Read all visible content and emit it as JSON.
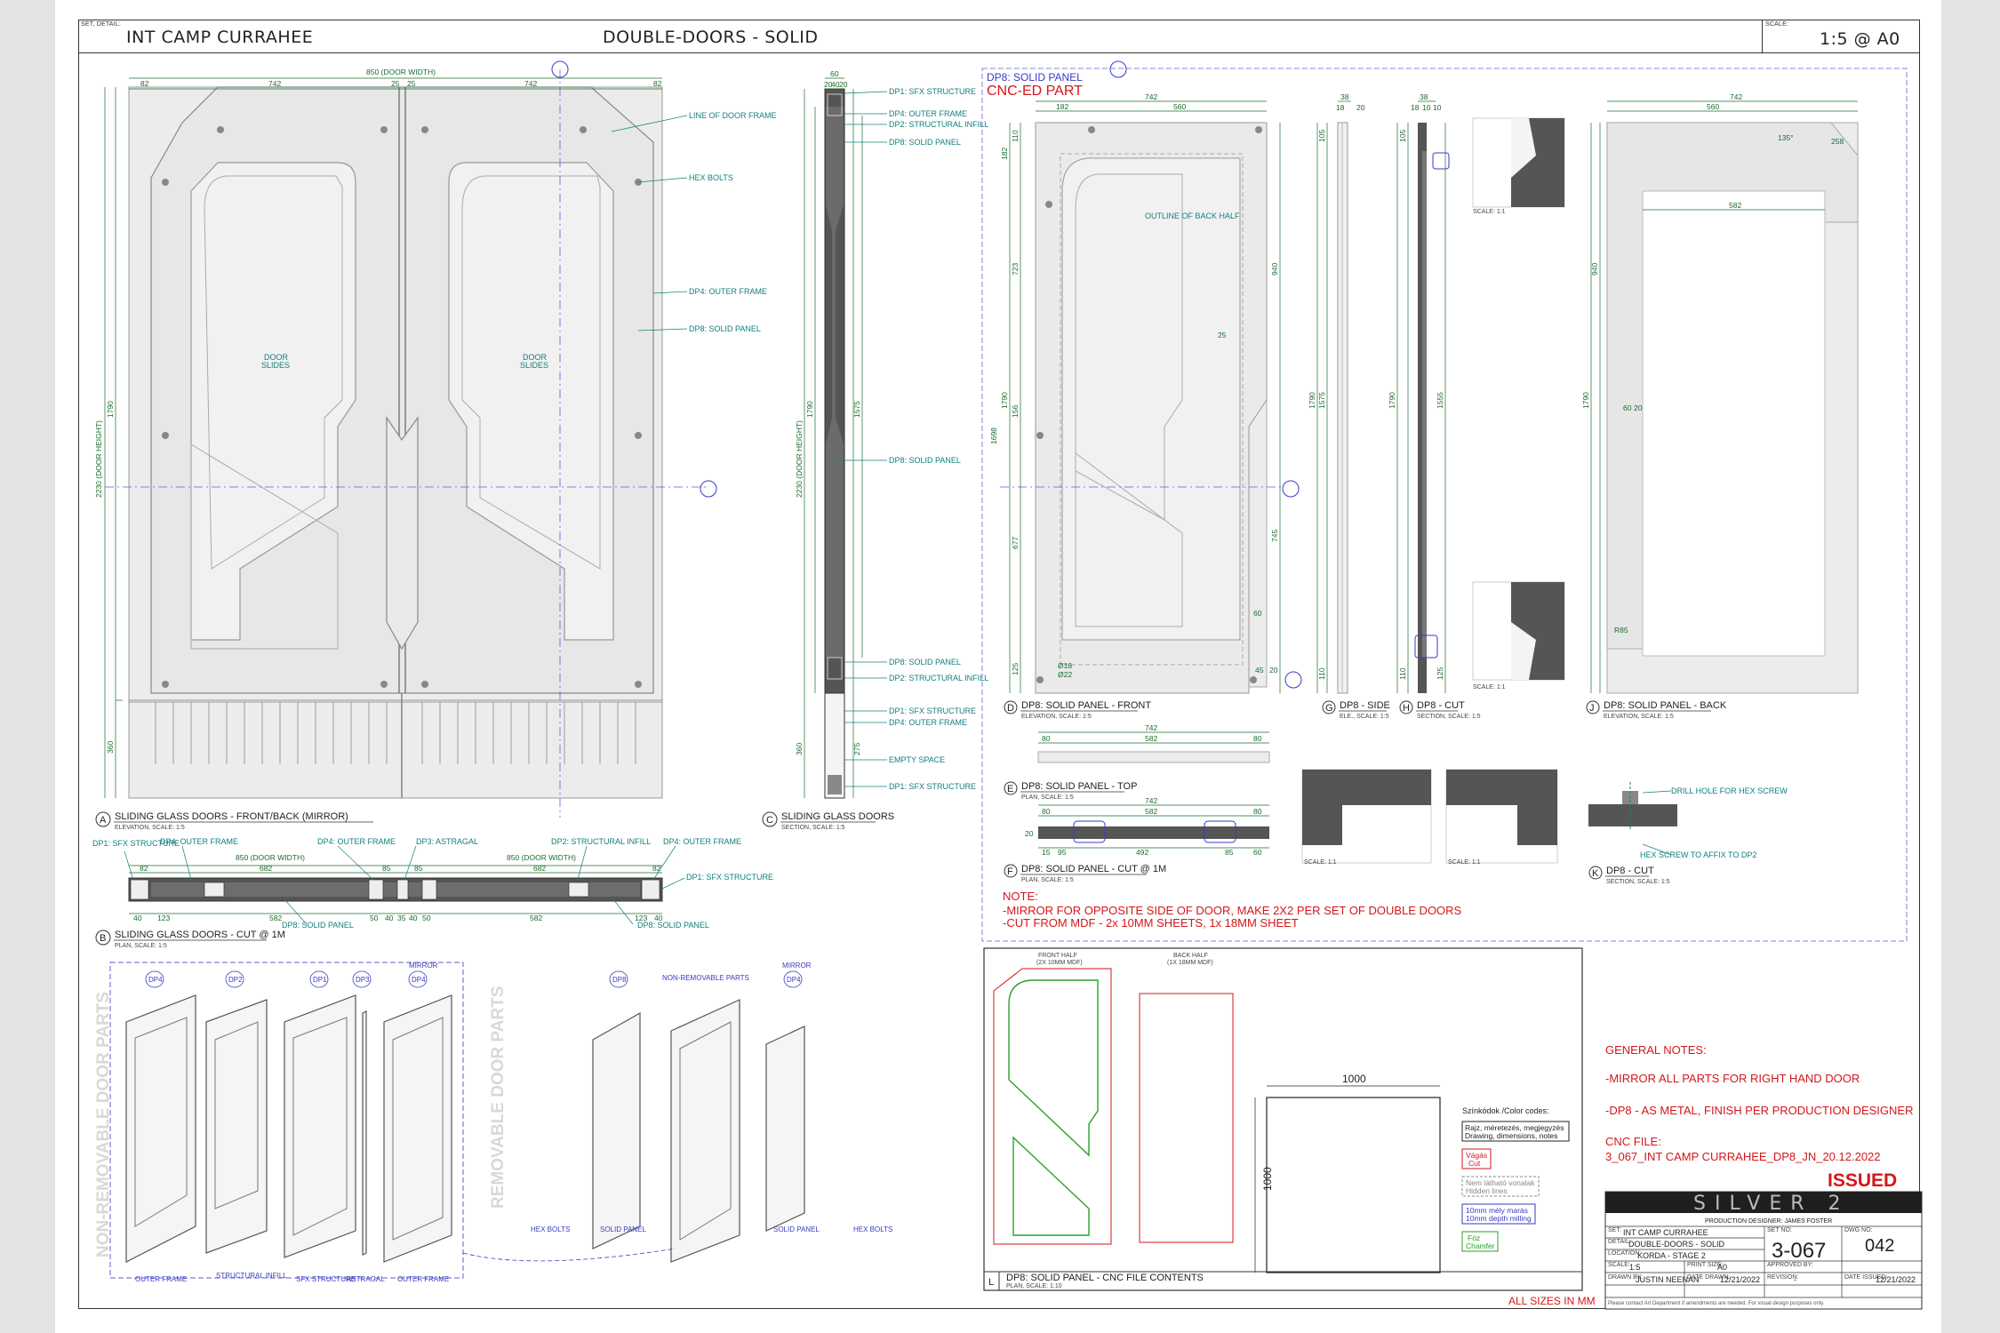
{
  "header": {
    "set_label": "SET, DETAIL:",
    "set_name": "INT CAMP CURRAHEE",
    "title": "DOUBLE-DOORS - SOLID",
    "scale_label": "SCALE:",
    "scale": "1:5  @ A0"
  },
  "panel_a": {
    "caption": "SLIDING GLASS DOORS - FRONT/BACK (MIRROR)",
    "sub": "ELEVATION, SCALE: 1:5",
    "door_width": "850 (DOOR WIDTH)",
    "door_height": "2230 (DOOR HEIGHT)",
    "dims_top": [
      "82",
      "742",
      "25",
      "25",
      "742",
      "82"
    ],
    "dim_1790": "1790",
    "dim_360": "360",
    "door_label_1": "DOOR",
    "door_label_2": "SLIDES",
    "callouts": [
      "LINE OF DOOR FRAME",
      "HEX BOLTS",
      "DP4: OUTER FRAME",
      "DP8: SOLID PANEL"
    ]
  },
  "panel_c": {
    "caption": "SLIDING GLASS DOORS",
    "sub": "SECTION, SCALE: 1:5",
    "callouts": [
      "DP1: SFX STRUCTURE",
      "DP4: OUTER FRAME",
      "DP2: STRUCTURAL INFILL",
      "DP8: SOLID PANEL",
      "DP8: SOLID PANEL",
      "DP8: SOLID PANEL",
      "DP2: STRUCTURAL INFILL",
      "DP1: SFX STRUCTURE",
      "DP4: OUTER FRAME",
      "EMPTY SPACE",
      "DP1: SFX STRUCTURE"
    ],
    "dims": [
      "60",
      "20",
      "40",
      "20",
      "1790",
      "1575",
      "2230 (DOOR HEIGHT)",
      "360",
      "275"
    ]
  },
  "panel_b": {
    "caption": "SLIDING GLASS DOORS - CUT @ 1M",
    "sub": "PLAN, SCALE: 1:5",
    "callouts": [
      "DP1: SFX STRUCTURE",
      "DP4: OUTER FRAME",
      "DP4: OUTER FRAME",
      "DP3: ASTRAGAL",
      "DP2: STRUCTURAL INFILL",
      "DP4: OUTER FRAME",
      "DP1: SFX STRUCTURE",
      "DP8: SOLID PANEL",
      "DP8: SOLID PANEL"
    ],
    "dims": [
      "82",
      "850 (DOOR WIDTH)",
      "682",
      "85",
      "85",
      "850 (DOOR WIDTH)",
      "682",
      "82",
      "40",
      "123",
      "582",
      "50",
      "40",
      "35",
      "40",
      "50",
      "582",
      "123",
      "40"
    ]
  },
  "cnc": {
    "label": "DP8: SOLID PANEL",
    "title": "CNC-ED PART",
    "outline_back_half": "OUTLINE OF BACK HALF",
    "note_title": "NOTE:",
    "note_1": "-MIRROR FOR OPPOSITE SIDE OF DOOR, MAKE 2X2 PER SET OF DOUBLE DOORS",
    "note_2": "-CUT FROM MDF - 2x 10MM SHEETS, 1x 18MM SHEET"
  },
  "views": {
    "d": {
      "letter": "D",
      "caption": "DP8: SOLID PANEL - FRONT",
      "sub": "ELEVATION, SCALE: 1:5"
    },
    "g": {
      "letter": "G",
      "caption": "DP8 - SIDE",
      "sub": "ELE., SCALE: 1:5"
    },
    "h": {
      "letter": "H",
      "caption": "DP8 - CUT",
      "sub": "SECTION, SCALE: 1:5"
    },
    "j": {
      "letter": "J",
      "caption": "DP8: SOLID PANEL - BACK",
      "sub": "ELEVATION, SCALE: 1:5"
    },
    "e": {
      "letter": "E",
      "caption": "DP8: SOLID PANEL - TOP",
      "sub": "PLAN, SCALE: 1:5"
    },
    "f": {
      "letter": "F",
      "caption": "DP8: SOLID PANEL - CUT @ 1M",
      "sub": "PLAN, SCALE: 1:5"
    },
    "k": {
      "letter": "K",
      "caption": "DP8 - CUT",
      "sub": "SECTION, SCALE: 1:5",
      "drill": "DRILL HOLE FOR HEX SCREW",
      "hex": "HEX SCREW TO AFFIX TO DP2"
    },
    "l": {
      "letter": "L",
      "caption": "DP8: SOLID PANEL - CNC FILE CONTENTS",
      "sub": "PLAN, SCALE: 1:10"
    },
    "a": {
      "letter": "A"
    },
    "b": {
      "letter": "B"
    },
    "c": {
      "letter": "C"
    }
  },
  "dims_d": [
    "742",
    "182",
    "560",
    "110",
    "182",
    "940",
    "723",
    "1790",
    "1698",
    "156",
    "677",
    "745",
    "125",
    "25",
    "60",
    "45",
    "20",
    "Ø18",
    "Ø22"
  ],
  "dims_j": [
    "742",
    "560",
    "582",
    "940",
    "1790",
    "60",
    "20",
    "135°",
    "R85",
    "258"
  ],
  "dims_g": [
    "38",
    "18",
    "20",
    "105",
    "1790",
    "1575",
    "110"
  ],
  "dims_h": [
    "38",
    "18",
    "10",
    "10",
    "105",
    "1790",
    "1555",
    "110",
    "125"
  ],
  "dims_e": [
    "742",
    "80",
    "582",
    "80"
  ],
  "dims_f": [
    "742",
    "80",
    "582",
    "80",
    "20",
    "15",
    "95",
    "492",
    "85",
    "60"
  ],
  "scale_11": "SCALE: 1:1",
  "iso": {
    "labels_top": [
      "DP4",
      "DP2",
      "DP1",
      "DP3",
      "DP4",
      "DP8",
      "DP4"
    ],
    "mirror": "MIRROR",
    "non_removable_vertical": "NON-REMOVABLE DOOR PARTS",
    "removable_vertical": "REMOVABLE DOOR PARTS",
    "non_removable_parts": "NON-REMOVABLE PARTS",
    "bottom": [
      "OUTER FRAME",
      "STRUCTURAL INFILL",
      "SFX STRUCTURE",
      "ASTRAGAL",
      "OUTER FRAME",
      "HEX BOLTS",
      "SOLID PANEL",
      "SOLID PANEL",
      "HEX BOLTS"
    ]
  },
  "cnc_file": {
    "front_half": "FRONT HALF",
    "front_half_sub": "(2X 10MM MDF)",
    "back_half": "BACK HALF",
    "back_half_sub": "(1X 18MM MDF)",
    "sheet_w": "1000",
    "sheet_h": "1000",
    "legend_title": "Színkódok /Color codes:",
    "legend": [
      {
        "hu": "Rajz, méretezés, megjegyzés",
        "en": "Drawing, dimensions, notes",
        "color": "#222222"
      },
      {
        "hu": "Vágás",
        "en": "Cut",
        "color": "#d4161b"
      },
      {
        "hu": "Nem látható vonalak",
        "en": "Hidden lines",
        "color": "#888888"
      },
      {
        "hu": "10mm mély marás",
        "en": "10mm depth milling",
        "color": "#3a3ac4"
      },
      {
        "hu": "Fóz",
        "en": "Chamfer",
        "color": "#2aa02a"
      }
    ]
  },
  "general_notes": {
    "title": "GENERAL NOTES:",
    "n1": "-MIRROR ALL PARTS FOR RIGHT HAND DOOR",
    "n2": "-DP8 - AS METAL, FINISH PER PRODUCTION DESIGNER",
    "cnc_title": "CNC FILE:",
    "cnc_file": "3_067_INT CAMP CURRAHEE_DP8_JN_20.12.2022",
    "issued": "ISSUED"
  },
  "title_block": {
    "logo": "SILVER 2",
    "designer": "PRODUCTION DESIGNER: JAMES FOSTER",
    "set_lbl": "SET:",
    "set": "INT CAMP CURRAHEE",
    "detail_lbl": "DETAIL:",
    "detail": "DOUBLE-DOORS - SOLID",
    "location_lbl": "LOCATION:",
    "location": "KORDA - STAGE 2",
    "set_no_lbl": "SET NO:",
    "set_no": "3-067",
    "dwg_no_lbl": "DWG NO:",
    "dwg_no": "042",
    "scale_lbl": "SCALE:",
    "scale": "1:5",
    "print_lbl": "PRINT SIZE:",
    "print": "A0",
    "approved_lbl": "APPROVED BY:",
    "drawn_lbl": "DRAWN BY:",
    "drawn": "JUSTIN NEENAN",
    "date_drawn_lbl": "DATE DRAWN:",
    "date_drawn": "12/21/2022",
    "revision_lbl": "REVISION:",
    "revision": "-",
    "date_issued_lbl": "DATE ISSUED:",
    "date_issued": "12/21/2022",
    "footer": "Please contact Art Department if amendments are needed. For visual design purposes only."
  },
  "all_sizes": "ALL SIZES IN MM",
  "colors": {
    "line": "#333333",
    "teal": "#11807c",
    "dim": "#1b6b2d",
    "red": "#d4161b",
    "blue": "#3a3ac4",
    "panel": "#ececec"
  }
}
